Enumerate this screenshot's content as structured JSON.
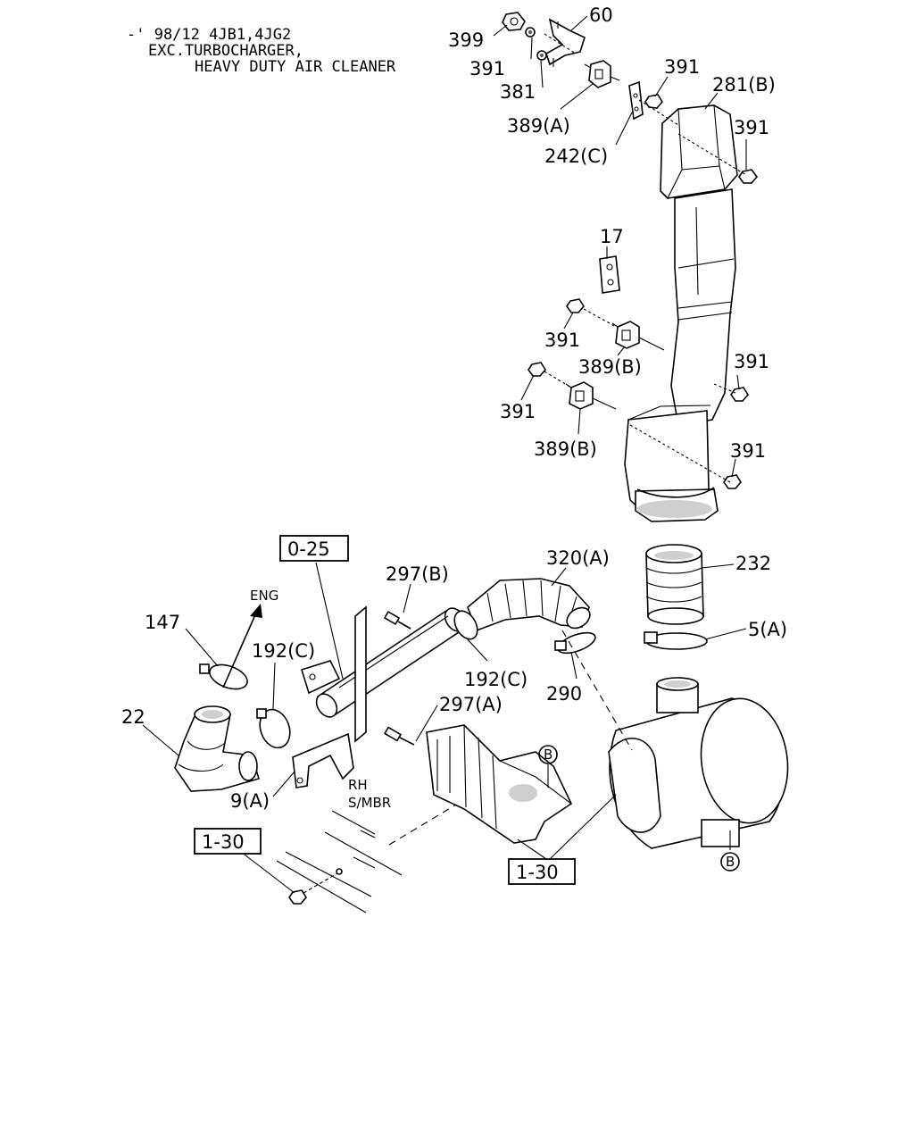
{
  "header": {
    "line1": "-' 98/12 4JB1,4JG2",
    "line2": "EXC.TURBOCHARGER,",
    "line3": "HEAVY DUTY AIR CLEANER"
  },
  "callouts": {
    "c60": "60",
    "c399": "399",
    "c391_a": "391",
    "c381": "381",
    "c389a": "389(A)",
    "c391_b": "391",
    "c281b": "281(B)",
    "c391_c": "391",
    "c242c": "242(C)",
    "c17": "17",
    "c391_d": "391",
    "c389b_1": "389(B)",
    "c391_e": "391",
    "c391_f": "391",
    "c389b_2": "389(B)",
    "c391_g": "391",
    "c320a": "320(A)",
    "c232": "232",
    "c297b": "297(B)",
    "c5a": "5(A)",
    "c147": "147",
    "c192c_1": "192(C)",
    "c192c_2": "192(C)",
    "c297a": "297(A)",
    "c290": "290",
    "c22": "22",
    "c9a": "9(A)"
  },
  "refs": {
    "ref_025": "0-25",
    "ref_130_left": "1-30",
    "ref_130_right": "1-30"
  },
  "markers": {
    "b_top": "B",
    "b_bottom": "B"
  },
  "labels": {
    "eng": "ENG",
    "rh": "RH",
    "smbr": "S/MBR"
  }
}
